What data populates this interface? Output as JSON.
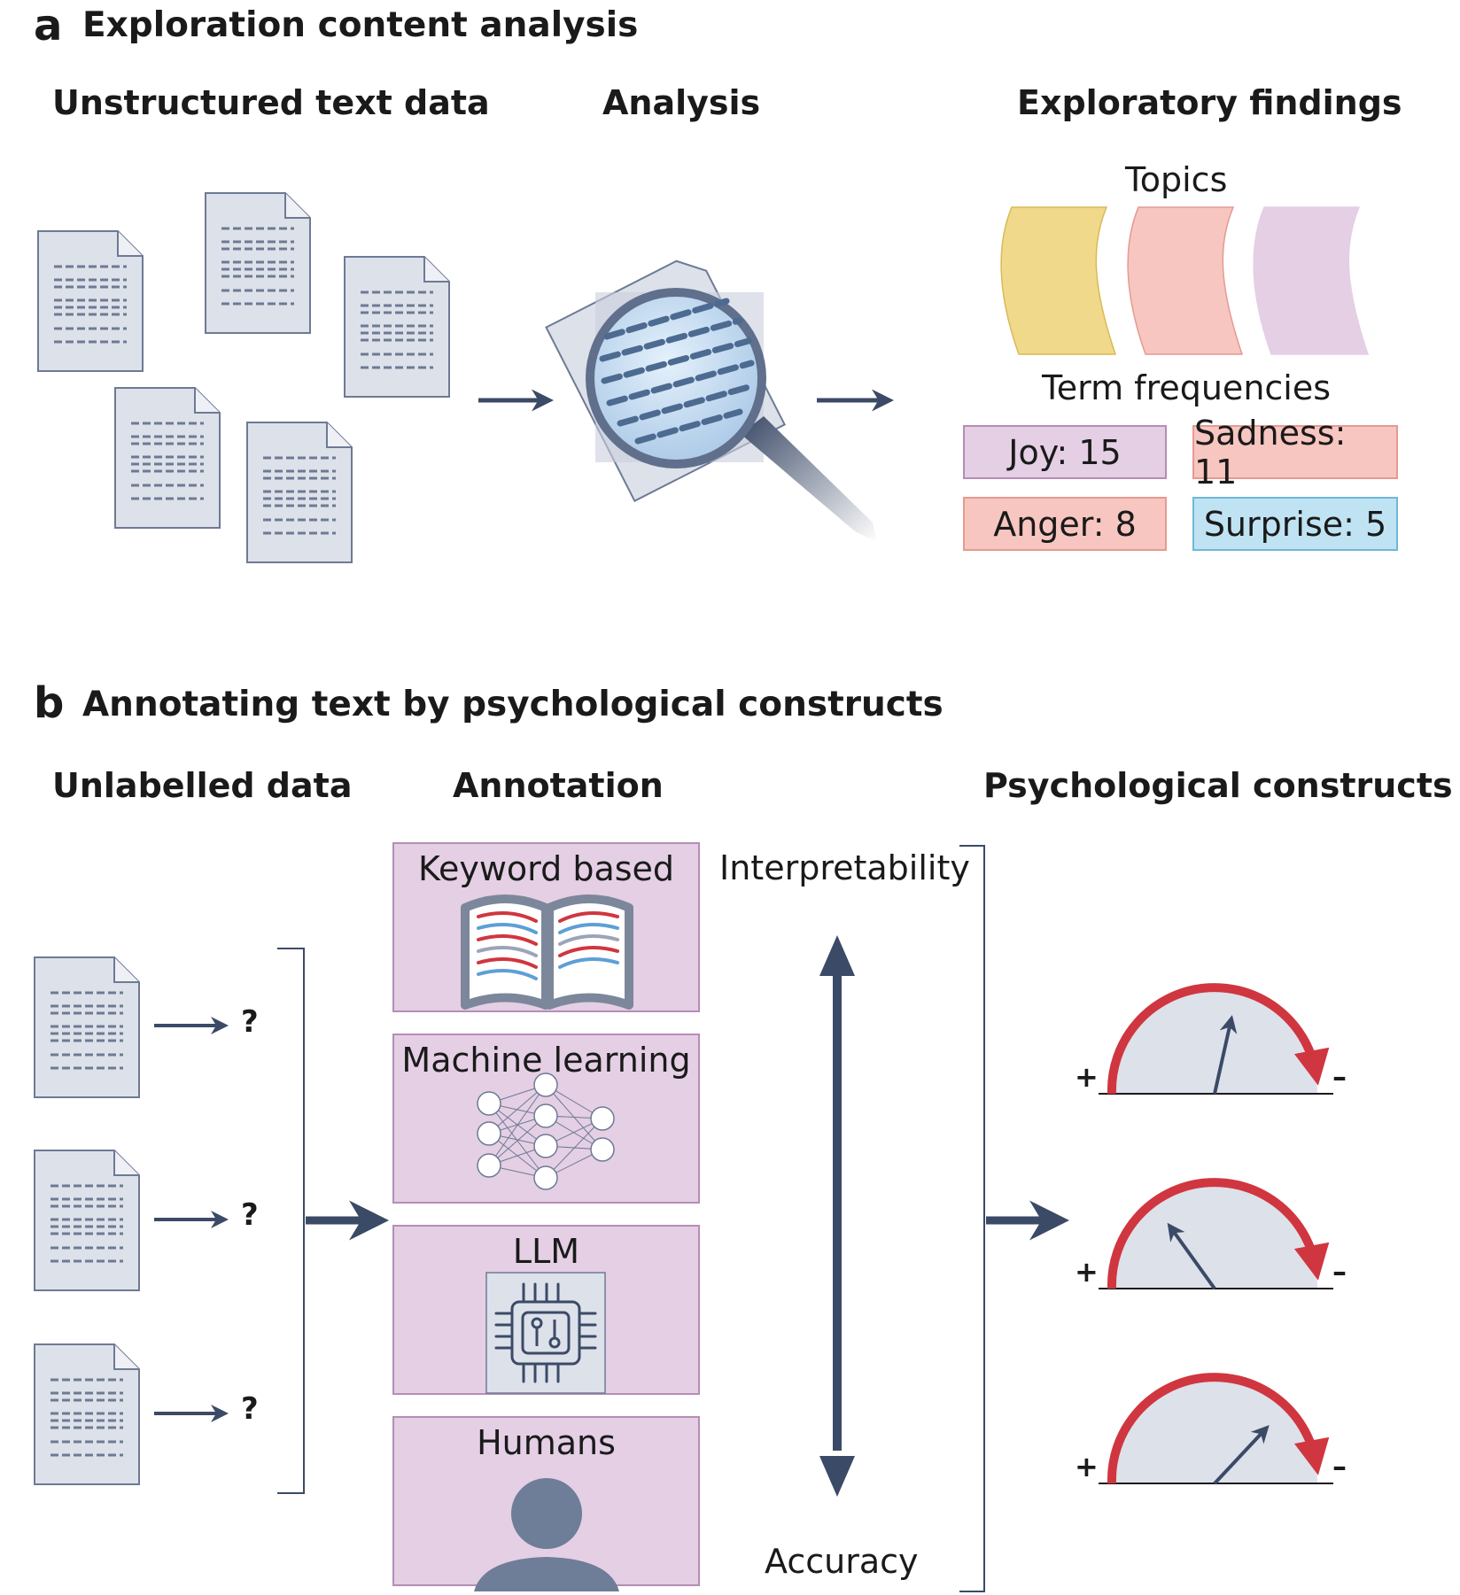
{
  "panel_a": {
    "letter": "a",
    "title": "Exploration content analysis",
    "col_input": "Unstructured text data",
    "col_analysis": "Analysis",
    "col_findings": "Exploratory findings",
    "topics_label": "Topics",
    "term_label": "Term frequencies",
    "terms": [
      {
        "text": "Joy: 15"
      },
      {
        "text": "Sadness: 11"
      },
      {
        "text": "Anger: 8"
      },
      {
        "text": "Surprise: 5"
      }
    ]
  },
  "panel_b": {
    "letter": "b",
    "title": "Annotating text by psychological constructs",
    "col_input": "Unlabelled data",
    "col_annotation": "Annotation",
    "col_output": "Psychological constructs",
    "unknown_mark": "?",
    "methods": [
      {
        "label": "Keyword based",
        "icon": "open-book-icon"
      },
      {
        "label": "Machine learning",
        "icon": "neural-network-icon"
      },
      {
        "label": "LLM",
        "icon": "chip-icon"
      },
      {
        "label": "Humans",
        "icon": "person-icon"
      }
    ],
    "axis_top": "Interpretability",
    "axis_bottom": "Accuracy",
    "gauge_plus": "+",
    "gauge_minus": "–"
  },
  "colors": {
    "doc_fill": "#dde1ea",
    "doc_stroke": "#6e7a94",
    "arrow": "#3b4a66",
    "topic_yellow": "#f0d98a",
    "topic_pink": "#f7c6c0",
    "topic_lilac": "#e4cfe4",
    "box_lilac": "#e4cfe4",
    "box_pink": "#f7c6c0",
    "box_blue": "#bfe3f3",
    "gauge_red": "#d0363f",
    "gauge_fill": "#dde1ea",
    "person": "#6e7d98"
  }
}
